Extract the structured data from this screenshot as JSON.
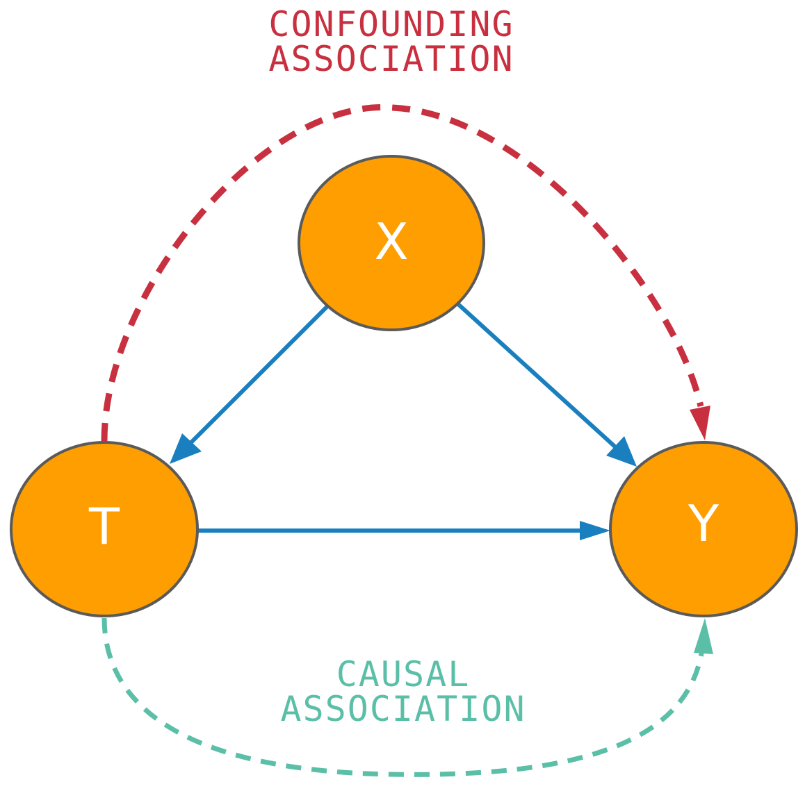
{
  "nodes": {
    "x": {
      "label": "X"
    },
    "t": {
      "label": "T"
    },
    "y": {
      "label": "Y"
    }
  },
  "annotations": {
    "confounding_line1": "CONFOUNDING",
    "confounding_line2": "ASSOCIATION",
    "causal_line1": "CAUSAL",
    "causal_line2": "ASSOCIATION"
  },
  "colors": {
    "node_fill": "#ff9e00",
    "node_stroke": "#5a5a5a",
    "causal_edge": "#1a7fbf",
    "confounding": "#c8303f",
    "causal_association": "#5bbfa8"
  }
}
